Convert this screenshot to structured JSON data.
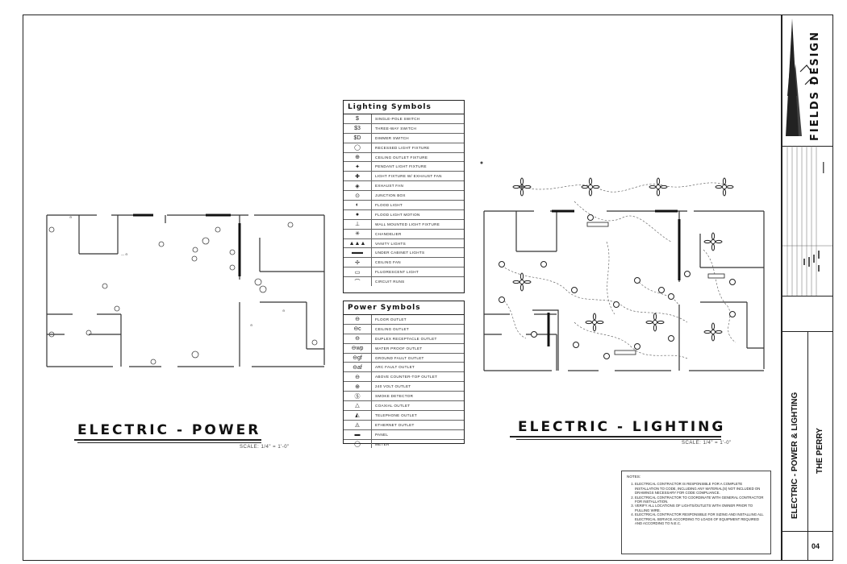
{
  "power_plan": {
    "title": "ELECTRIC - POWER",
    "scale": "SCALE: 1/4\" = 1'-0\""
  },
  "lighting_plan": {
    "title": "ELECTRIC - LIGHTING",
    "scale": "SCALE: 1/4\" = 1'-0\""
  },
  "lighting_symbols": {
    "title": "Lighting Symbols",
    "items": [
      {
        "symbol": "$",
        "label": "SINGLE-POLE SWITCH"
      },
      {
        "symbol": "$3",
        "label": "THREE-WAY SWITCH"
      },
      {
        "symbol": "$D",
        "label": "DIMMER SWITCH"
      },
      {
        "symbol": "◯",
        "label": "RECESSED LIGHT FIXTURE"
      },
      {
        "symbol": "⊕",
        "label": "CEILING OUTLET FIXTURE"
      },
      {
        "symbol": "✦",
        "label": "PENDANT LIGHT FIXTURE"
      },
      {
        "symbol": "✚",
        "label": "LIGHT FIXTURE W/ EXHAUST FAN"
      },
      {
        "symbol": "◈",
        "label": "EXHAUST FAN"
      },
      {
        "symbol": "⊙",
        "label": "JUNCTION BOX"
      },
      {
        "symbol": "◐",
        "label": "FLOOD LIGHT"
      },
      {
        "symbol": "●",
        "label": "FLOOD LIGHT MOTION"
      },
      {
        "symbol": "⊥",
        "label": "WALL MOUNTED LIGHT FIXTURE"
      },
      {
        "symbol": "✳",
        "label": "CHANDELIER"
      },
      {
        "symbol": "▲▲▲",
        "label": "VANITY LIGHTS"
      },
      {
        "symbol": "▬▬",
        "label": "UNDER CABINET LIGHTS"
      },
      {
        "symbol": "✢",
        "label": "CEILING FAN"
      },
      {
        "symbol": "▭",
        "label": "FLUORESCENT LIGHT"
      },
      {
        "symbol": "⌒",
        "label": "CIRCUIT RUNS"
      }
    ]
  },
  "power_symbols": {
    "title": "Power Symbols",
    "items": [
      {
        "symbol": "⊖",
        "label": "FLOOR OUTLET"
      },
      {
        "symbol": "⊖c",
        "label": "CEILING OUTLET"
      },
      {
        "symbol": "⊖",
        "label": "DUPLEX RECEPTACLE OUTLET"
      },
      {
        "symbol": "⊖wp",
        "label": "WATER PROOF OUTLET"
      },
      {
        "symbol": "⊖gf",
        "label": "GROUND FAULT OUTLET"
      },
      {
        "symbol": "⊖af",
        "label": "ARC FAULT OUTLET"
      },
      {
        "symbol": "⊖",
        "label": "ABOVE COUNTER-TOP OUTLET"
      },
      {
        "symbol": "⊕",
        "label": "240 VOLT OUTLET"
      },
      {
        "symbol": "Ⓢ",
        "label": "SMOKE DETECTOR"
      },
      {
        "symbol": "△",
        "label": "COAXIAL OUTLET"
      },
      {
        "symbol": "◭",
        "label": "TELEPHONE OUTLET"
      },
      {
        "symbol": "◬",
        "label": "ETHERNET OUTLET"
      },
      {
        "symbol": "▬",
        "label": "PANEL"
      },
      {
        "symbol": "◯",
        "label": "METER"
      }
    ]
  },
  "notes": {
    "title": "NOTES:",
    "items": [
      "ELECTRICAL CONTRACTOR IS RESPONSIBLE FOR A COMPLETE INSTALLATION TO CODE, INCLUDING ANY MATERIAL(S) NOT INCLUDED ON DRAWINGS NECESSARY FOR CODE COMPLIANCE.",
      "ELECTRICAL CONTRACTOR TO COORDINATE WITH GENERAL CONTRACTOR FOR INSTALLATION.",
      "VERIFY ALL LOCATIONS OF LIGHTS/OUTLETS WITH OWNER PRIOR TO PULLING WIRE.",
      "ELECTRICAL CONTRACTOR RESPONSIBLE FOR SIZING AND INSTALLING ALL ELECTRICAL SERVICE ACCORDING TO LOADS OF EQUIPMENT REQUIRED AND ACCORDING TO N.E.C."
    ]
  },
  "title_block": {
    "logo": "FIELDS DESIGN",
    "sheet_title": "ELECTRIC - POWER & LIGHTING",
    "project": "THE PERRY",
    "sheet_number": "04"
  }
}
